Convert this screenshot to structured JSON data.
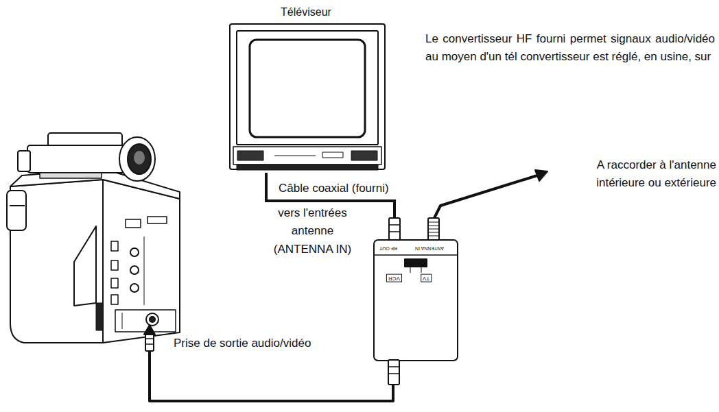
{
  "diagram": {
    "nodes": [
      {
        "text": [
          "Téléviseur"
        ]
      },
      {
        "text": [
          "RF OUT",
          "ANTENNA IN",
          "VCR",
          "TV"
        ]
      }
    ],
    "edges": [
      {
        "from": 0,
        "to": 1,
        "arrow": "none",
        "label": "Câble coaxial (fourni)"
      }
    ],
    "labels": [
      "Le convertisseur HF fourni permet signaux audio/vidéo au moyen d'un tél convertisseur est réglé, en usine, sur",
      "vers l'entrées antenne (ANTENNA IN)",
      "A raccorder à l'antenne intérieure ou extérieure",
      "Prise de sortie audio/vidéo"
    ]
  }
}
